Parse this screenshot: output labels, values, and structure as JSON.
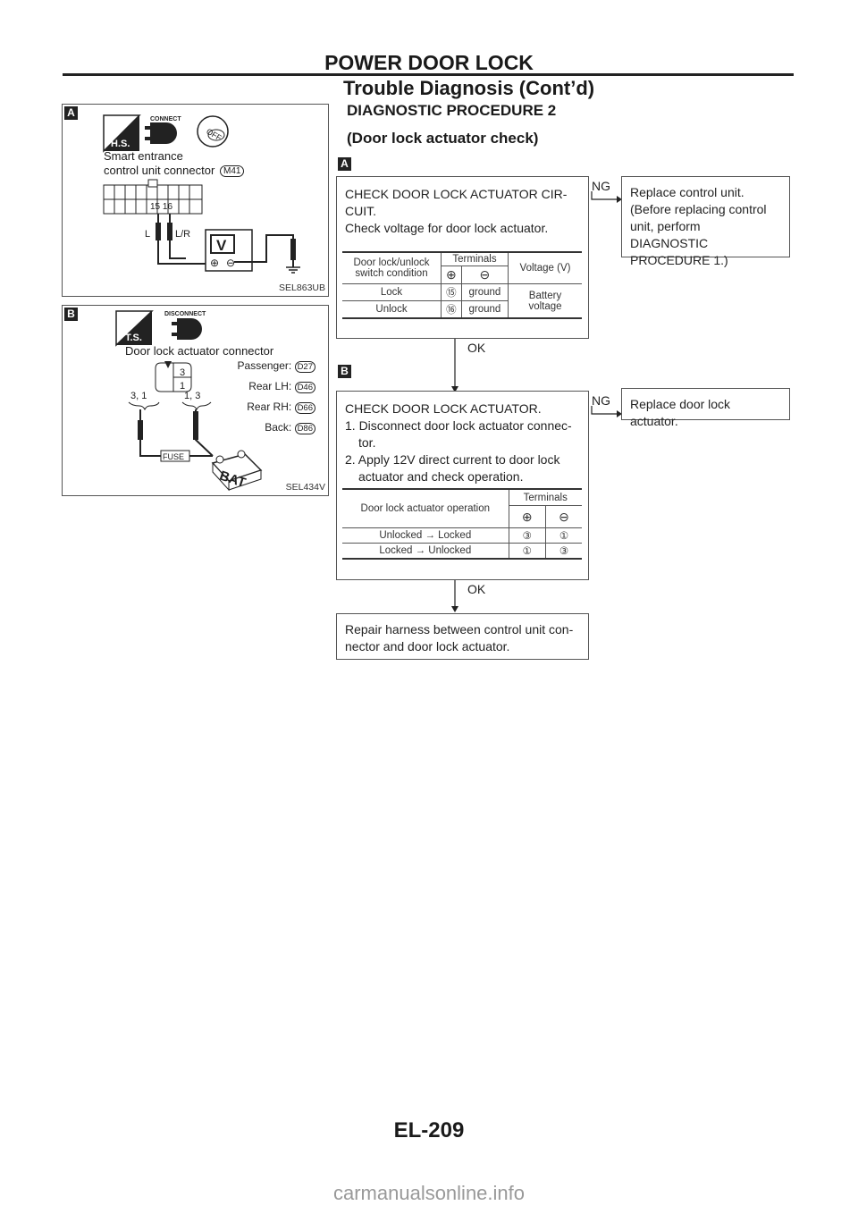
{
  "header": {
    "section": "POWER DOOR LOCK",
    "subsection": "Trouble Diagnosis (Cont’d)"
  },
  "procedure": {
    "title": "DIAGNOSTIC PROCEDURE 2",
    "subtitle": "(Door lock actuator check)"
  },
  "figures": {
    "a": {
      "tag": "A",
      "hs": "H.S.",
      "connect": "CONNECT",
      "off": "OFF",
      "caption1": "Smart entrance",
      "caption2": "control unit connector",
      "connector": "M41",
      "pins": "15 16",
      "wire_l": "L",
      "wire_lr": "L/R",
      "meter": "V",
      "code": "SEL863UB"
    },
    "b": {
      "tag": "B",
      "ts": "T.S.",
      "disconnect": "DISCONNECT",
      "caption": "Door lock actuator connector",
      "pin_top": "3",
      "pin_bottom": "1",
      "left_pins": "3, 1",
      "right_pins": "1, 3",
      "rows": [
        {
          "label": "Passenger:",
          "conn": "D27"
        },
        {
          "label": "Rear LH:",
          "conn": "D46"
        },
        {
          "label": "Rear RH:",
          "conn": "D66"
        },
        {
          "label": "Back:",
          "conn": "D86"
        }
      ],
      "fuse": "FUSE",
      "bat": "BAT",
      "code": "SEL434V"
    }
  },
  "flow": {
    "step_a": {
      "tag": "A",
      "lines": [
        "CHECK DOOR LOCK ACTUATOR CIR-",
        "CUIT.",
        "Check voltage for door lock actuator."
      ],
      "table": {
        "h_cond": "Door lock/unlock switch condition",
        "h_terminals": "Terminals",
        "h_plus": "⊕",
        "h_minus": "⊖",
        "h_voltage": "Voltage (V)",
        "rows": [
          {
            "cond": "Lock",
            "plus": "⑮",
            "minus": "ground"
          },
          {
            "cond": "Unlock",
            "plus": "⑯",
            "minus": "ground"
          }
        ],
        "voltage": "Battery voltage"
      },
      "ng": "NG",
      "ok": "OK",
      "ng_box": [
        "Replace control unit.",
        "(Before replacing control",
        "unit, perform DIAGNOSTIC",
        "PROCEDURE 1.)"
      ]
    },
    "step_b": {
      "tag": "B",
      "lines": [
        "CHECK DOOR LOCK ACTUATOR.",
        "1. Disconnect door lock actuator connec-",
        "tor.",
        "2. Apply 12V direct current to door lock",
        "actuator and check operation."
      ],
      "table": {
        "h_op": "Door lock actuator operation",
        "h_terminals": "Terminals",
        "h_plus": "⊕",
        "h_minus": "⊖",
        "rows": [
          {
            "op": "Unlocked → Locked",
            "plus": "③",
            "minus": "①"
          },
          {
            "op": "Locked → Unlocked",
            "plus": "①",
            "minus": "③"
          }
        ]
      },
      "ng": "NG",
      "ok": "OK",
      "ng_box": "Replace door lock actuator."
    },
    "final": [
      "Repair harness between control unit con-",
      "nector and door lock actuator."
    ]
  },
  "footer": {
    "page": "EL-209",
    "watermark": "carmanualsonline.info"
  }
}
